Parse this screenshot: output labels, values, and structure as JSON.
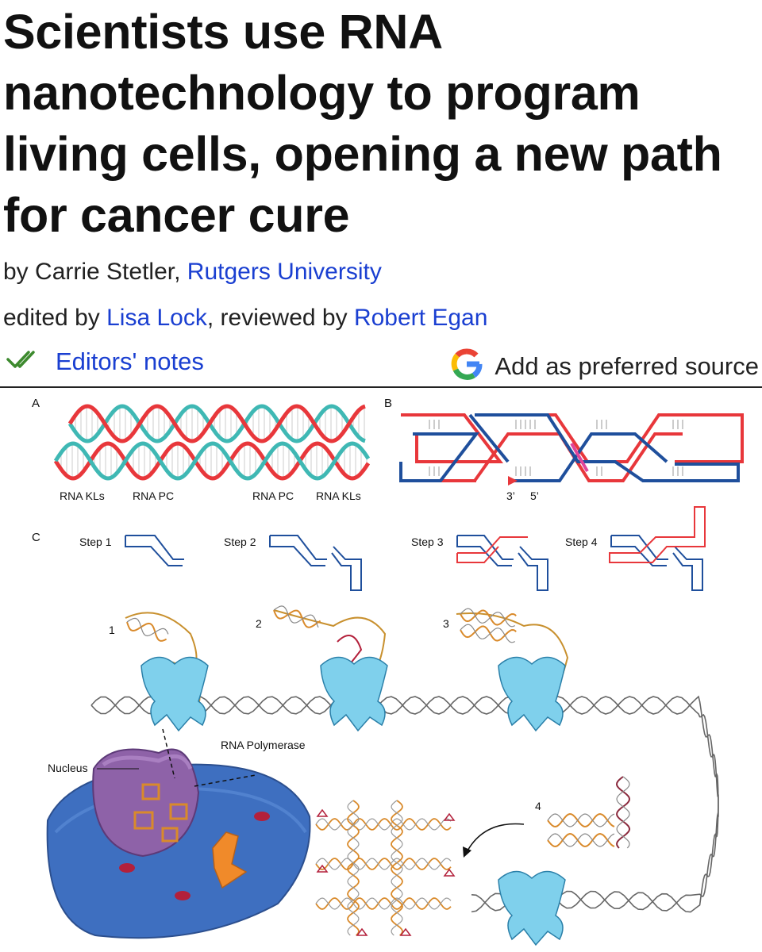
{
  "article": {
    "headline": "Scientists use RNA nanotechnology to program living cells, opening a new path for cancer cure",
    "byline": {
      "by_prefix": "by ",
      "author": "Carrie Stetler",
      "separator": ", ",
      "institution": "Rutgers University"
    },
    "edit_line": {
      "edited_prefix": "edited by ",
      "editor": "Lisa Lock",
      "reviewed_prefix": ", reviewed by ",
      "reviewer": "Robert Egan"
    },
    "editors_notes": {
      "label": "Editors' notes",
      "icon": "double-check-icon"
    },
    "preferred_source": {
      "label": "Add as preferred source",
      "icon": "google-g-icon"
    }
  },
  "figure": {
    "panel_a": {
      "letter": "A",
      "labels": [
        "RNA KLs",
        "RNA PC",
        "RNA PC",
        "RNA KLs"
      ]
    },
    "panel_b": {
      "letter": "B",
      "end_3": "3’",
      "end_5": "5’"
    },
    "panel_c": {
      "letter": "C",
      "steps": [
        "Step 1",
        "Step 2",
        "Step 3",
        "Step 4"
      ],
      "stage_numbers": [
        "1",
        "2",
        "3",
        "4"
      ],
      "polymerase_label": "RNA Polymerase",
      "nucleus_label": "Nucleus"
    }
  },
  "colors": {
    "link": "#1a3fd1",
    "strand_red": "#e8373b",
    "strand_blue": "#1f4f9c",
    "helix_teal": "#3fb8b4",
    "polymerase": "#7fd0ec",
    "nucleus": "#8e62a8",
    "cell": "#3e6fc0",
    "rna_orange": "#d98a2b"
  }
}
